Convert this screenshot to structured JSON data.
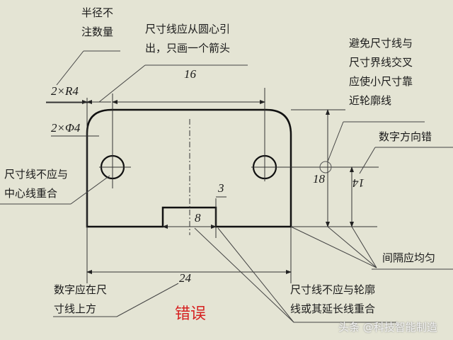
{
  "notes": {
    "radius_count": "半径不\n注数量",
    "from_center": "尺寸线应从圆心引\n出，只画一个箭头",
    "avoid_cross": "避免尺寸线与\n尺寸界线交叉\n应使小尺寸靠\n近轮廓线",
    "digit_direction": "数字方向错",
    "centerline_overlap": "尺寸线不应与\n中心线重合",
    "spacing_even": "间隔应均匀",
    "digit_above": "数字应在尺\n寸线上方",
    "outline_overlap": "尺寸线不应与轮廓\n线或其延长线重合"
  },
  "dimensions": {
    "radius": "2×R4",
    "hole_dia": "2×Φ4",
    "hole_spacing": "16",
    "height": "18",
    "hole_height": "14",
    "notch_depth": "3",
    "notch_width": "8",
    "total_width": "24"
  },
  "title": "错误",
  "watermark": "头条 @科技智能制造",
  "colors": {
    "title": "#d62020",
    "background": "#e4e4d4"
  }
}
